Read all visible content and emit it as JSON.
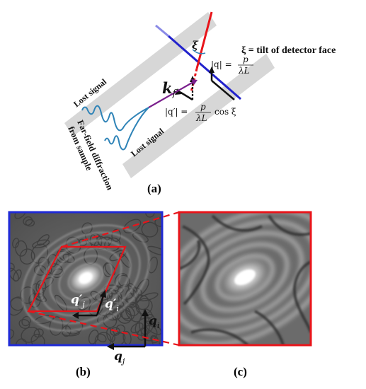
{
  "panel_a": {
    "tilt_text": "ξ = tilt of detector face",
    "xi": "ξ",
    "lost_signal_upper": "Lost signal",
    "lost_signal_lower": "Lost signal",
    "far_field_line1": "Far-field diffraction",
    "far_field_line2": "from sample",
    "kf_base": "k",
    "kf_sub": "f",
    "q_abs_lhs": "|q| =",
    "q_abs_num": "p",
    "q_abs_den": "λL",
    "qprime_abs_lhs": "|q′| =",
    "qprime_abs_num": "p",
    "qprime_abs_den": "λL",
    "qprime_abs_trail": "cos ξ",
    "label": "(a)"
  },
  "panel_b": {
    "qj_prime": "q′",
    "qj_prime_sub": "j",
    "qi_prime": "q′",
    "qi_prime_sub": "i",
    "qi": "q",
    "qi_sub": "i",
    "qj": "q",
    "qj_sub": "j",
    "label": "(b)"
  },
  "panel_c": {
    "label": "(c)"
  },
  "colors": {
    "band": "#d6d6d6",
    "red": "#e8141a",
    "blue": "#2222cc",
    "purple": "#7a1f8c",
    "wave": "#2e83b7",
    "blue_frame": "#1f2ad6"
  }
}
